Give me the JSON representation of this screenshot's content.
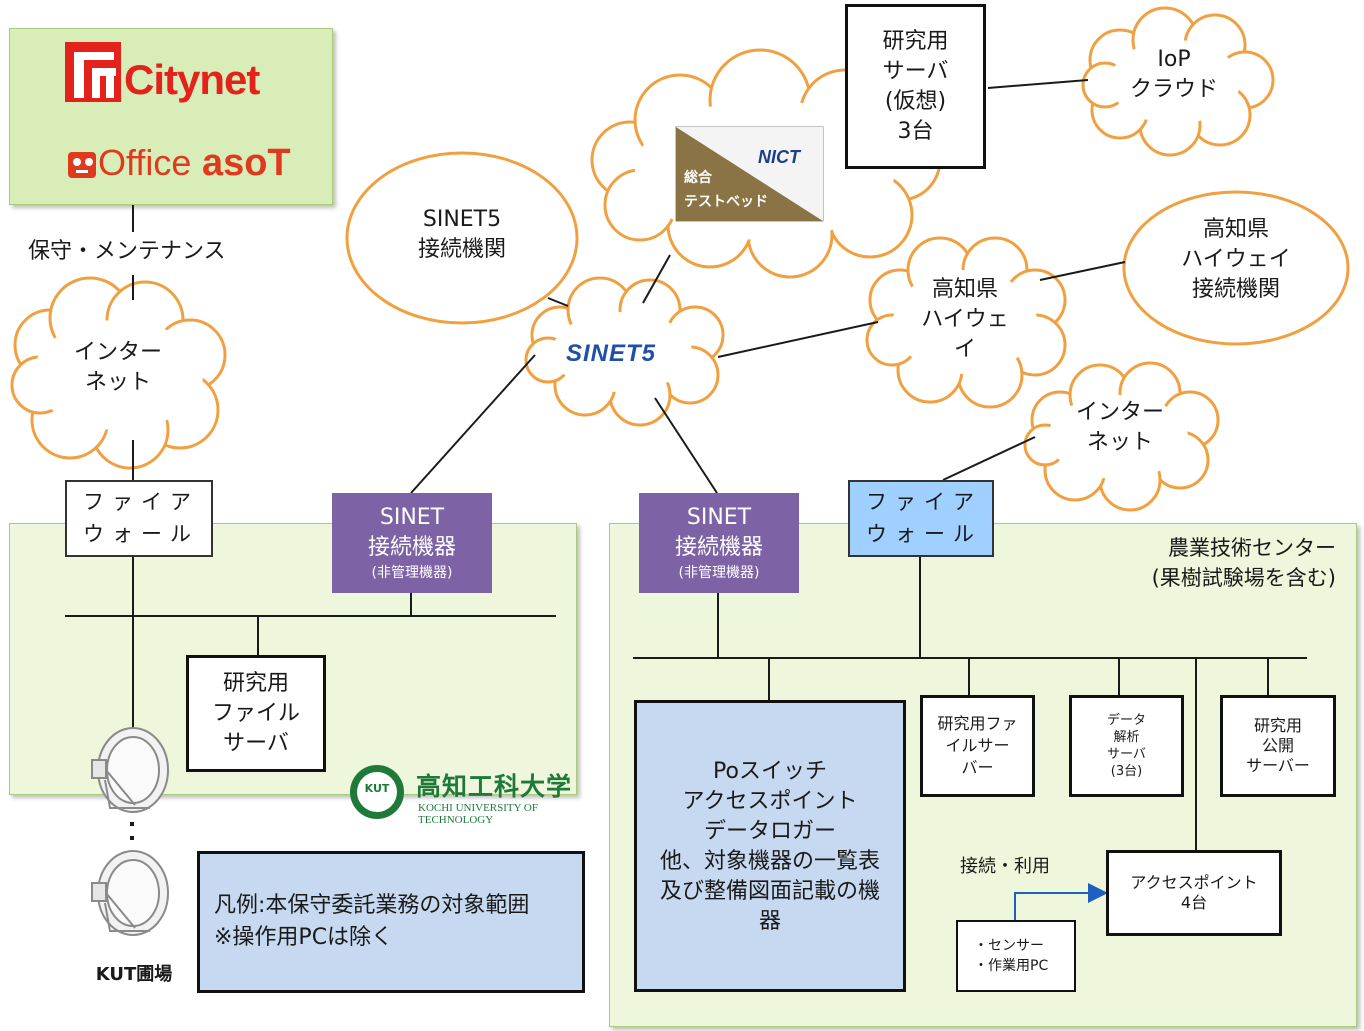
{
  "logos": {
    "citynet": {
      "glyph": "Cn",
      "text": "Citynet",
      "color": "#e3221c"
    },
    "office_asot": {
      "office": "Office",
      "asot": "asoT",
      "color": "#e03a1e"
    },
    "nict": {
      "badge": "NICT",
      "line1": "総合",
      "line2": "テストベッド"
    },
    "sinet5_logo": {
      "text": "SINET5"
    },
    "kut": {
      "seal": "KUT",
      "name": "高知工科大学",
      "en": "KOCHI UNIVERSITY OF TECHNOLOGY",
      "color": "#1f7a3a"
    }
  },
  "labels": {
    "maintenance": "保守・メンテナンス",
    "internet_left": [
      "インター",
      "ネット"
    ],
    "internet_right": [
      "インター",
      "ネット"
    ],
    "sinet5_org": [
      "SINET5",
      "接続機関"
    ],
    "iop_cloud": [
      "IoP",
      "クラウド"
    ],
    "research_server": [
      "研究用",
      "サーバ",
      "(仮想)",
      "3台"
    ],
    "kochi_hw_cloud": [
      "高知県",
      "ハイウェ",
      "イ"
    ],
    "kochi_hw_org": [
      "高知県",
      "ハイウェイ",
      "接続機関"
    ],
    "center_title": [
      "農業技術センター",
      "(果樹試験場を含む)"
    ],
    "kut_field": "KUT圃場",
    "connect_use": "接続・利用"
  },
  "boxes": {
    "firewall_left": [
      "ファイア",
      "ウォール"
    ],
    "firewall_right": [
      "ファイア",
      "ウォール"
    ],
    "sinet_left": {
      "line1": "SINET",
      "line2": "接続機器",
      "line3": "(非管理機器)"
    },
    "sinet_right": {
      "line1": "SINET",
      "line2": "接続機器",
      "line3": "(非管理機器)"
    },
    "file_server_left": [
      "研究用",
      "ファイル",
      "サーバ"
    ],
    "legend": [
      "凡例:本保守委託業務の対象範囲",
      "※操作用PCは除く"
    ],
    "poe_switch": [
      "Poスイッチ",
      "アクセスポイント",
      "データロガー",
      "他、対象機器の一覧表",
      "及び整備図面記載の機",
      "器"
    ],
    "file_server_right": [
      "研究用ファ",
      "イルサー",
      "バー"
    ],
    "data_analysis": [
      "データ",
      "解析",
      "サーバ",
      "(3台)"
    ],
    "public_server": [
      "研究用",
      "公開",
      "サーバー"
    ],
    "access_point": [
      "アクセスポイント",
      "4台"
    ],
    "sensor_pc": [
      "・センサー",
      "・作業用PC"
    ]
  },
  "colors": {
    "region_fill": "#eef6dc",
    "cloud_stroke": "#f0a040",
    "purple": "#7d62a5",
    "light_blue": "#9fd0ff",
    "legend_blue": "#c6d9f0",
    "connector_blue": "#1f5fbf"
  }
}
